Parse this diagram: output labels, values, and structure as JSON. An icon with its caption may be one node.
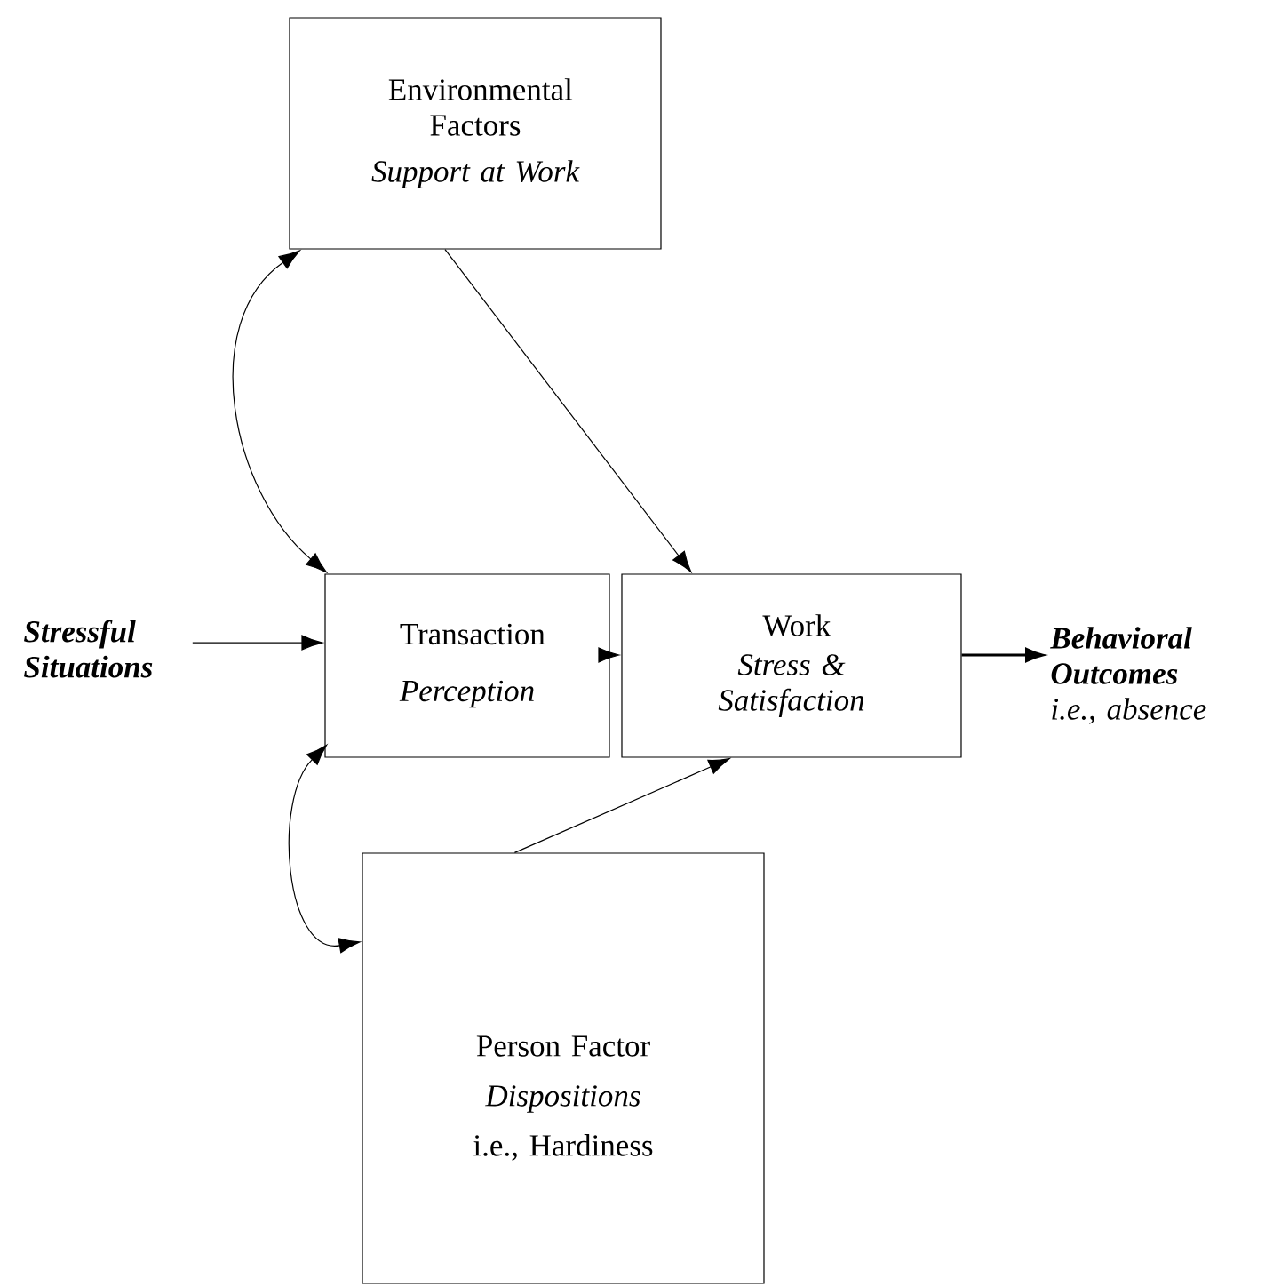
{
  "diagram": {
    "nodes": [
      {
        "text": [
          "Environmental Factors",
          "Support at Work"
        ]
      },
      {
        "text": [
          "Stressful Situations"
        ]
      },
      {
        "text": [
          "Transaction",
          "Perception"
        ]
      },
      {
        "text": [
          "Work",
          "Stress & Satisfaction"
        ]
      },
      {
        "text": [
          "Behavioral Outcomes",
          "i.e., absence"
        ]
      },
      {
        "text": [
          "Person Factor",
          "Dispositions",
          "i.e., Hardiness"
        ]
      }
    ],
    "edges": [
      {
        "from": 0,
        "to": 2,
        "arrow": "both"
      },
      {
        "from": 0,
        "to": 3,
        "arrow": "to"
      },
      {
        "from": 1,
        "to": 2,
        "arrow": "to"
      },
      {
        "from": 2,
        "to": 3,
        "arrow": "to"
      },
      {
        "from": 3,
        "to": 4,
        "arrow": "to"
      },
      {
        "from": 2,
        "to": 5,
        "arrow": "both"
      },
      {
        "from": 5,
        "to": 3,
        "arrow": "to"
      }
    ]
  }
}
